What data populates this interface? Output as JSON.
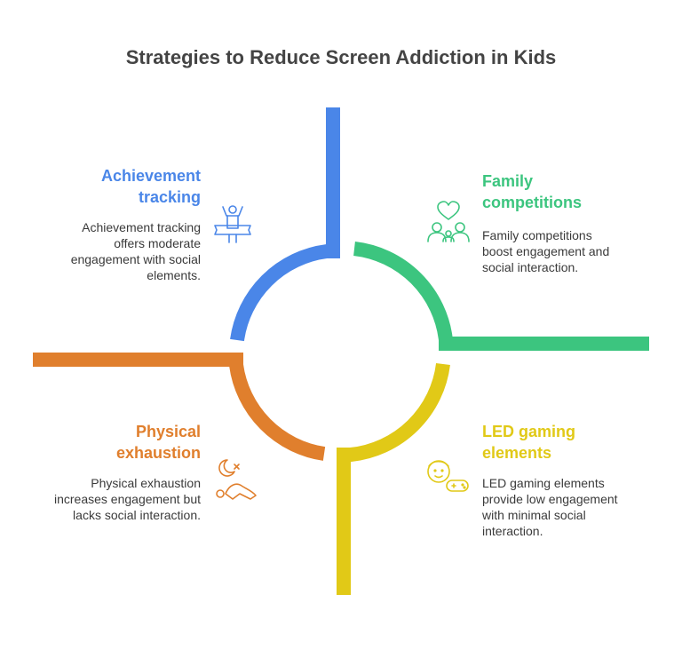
{
  "title": "Strategies to Reduce Screen Addiction in Kids",
  "colors": {
    "blue": "#4a86e8",
    "green": "#3cc57f",
    "orange": "#e07f2d",
    "yellow": "#e1c917",
    "text": "#3a3a3a"
  },
  "quadrants": {
    "achievement": {
      "heading": "Achievement tracking",
      "description": "Achievement tracking offers moderate engagement with social elements.",
      "icon": "achievement-person-icon"
    },
    "family": {
      "heading": "Family competitions",
      "description": "Family competitions boost engagement and social interaction.",
      "icon": "family-heart-icon"
    },
    "physical": {
      "heading": "Physical exhaustion",
      "description": "Physical exhaustion increases engagement but lacks social interaction.",
      "icon": "sleeping-person-icon"
    },
    "led": {
      "heading": "LED gaming elements",
      "description": "LED gaming elements provide low engagement with minimal social interaction.",
      "icon": "kid-gamepad-icon"
    }
  }
}
